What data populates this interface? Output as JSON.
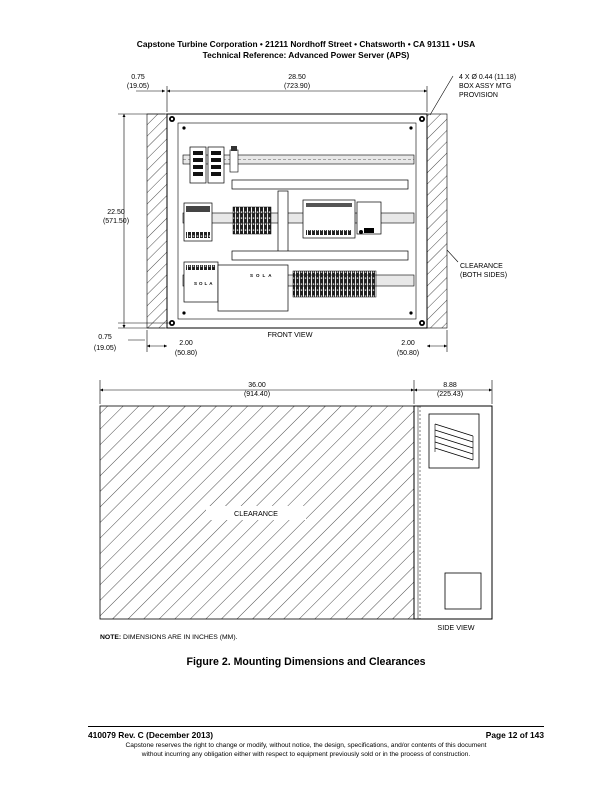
{
  "header": {
    "line1": "Capstone Turbine Corporation • 21211 Nordhoff Street • Chatsworth • CA 91311 • USA",
    "line2": "Technical Reference: Advanced Power Server (APS)"
  },
  "front_view": {
    "view_label": "FRONT VIEW",
    "dim_left_top": "0.75",
    "dim_left_top_mm": "(19.05)",
    "dim_width": "28.50",
    "dim_width_mm": "(723.90)",
    "mtg_note_1": "4 X Ø 0.44 (11.18)",
    "mtg_note_2": "BOX ASSY MTG",
    "mtg_note_3": "PROVISION",
    "dim_height": "22.50",
    "dim_height_mm": "(571.50)",
    "clearance_1": "CLEARANCE",
    "clearance_2": "(BOTH SIDES)",
    "dim_left_bottom": "0.75",
    "dim_left_bottom_mm": "(19.05)",
    "dim_left_clear": "2.00",
    "dim_left_clear_mm": "(50.80)",
    "dim_right_clear": "2.00",
    "dim_right_clear_mm": "(50.80)",
    "brand_1": "SOLA",
    "brand_2": "SOLA"
  },
  "side_view": {
    "view_label": "SIDE VIEW",
    "dim_clear_width": "36.00",
    "dim_clear_width_mm": "(914.40)",
    "dim_depth": "8.88",
    "dim_depth_mm": "(225.43)",
    "clearance": "CLEARANCE"
  },
  "note": {
    "label": "NOTE:",
    "text": "DIMENSIONS ARE IN INCHES (MM)."
  },
  "caption": "Figure 2. Mounting Dimensions and Clearances",
  "footer": {
    "doc_id": "410079 Rev. C (December 2013)",
    "page": "Page 12 of 143",
    "disclaimer_1": "Capstone reserves the right to change or modify, without notice, the design, specifications, and/or contents of this document",
    "disclaimer_2": "without incurring any obligation either with respect to equipment previously sold or in the process of construction."
  }
}
